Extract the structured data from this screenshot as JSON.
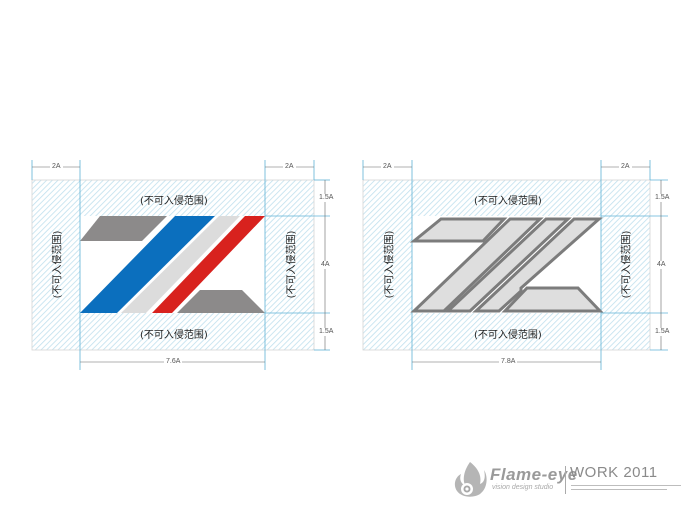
{
  "zone_label": "(不可入侵范围)",
  "left_diagram": {
    "dim_top_left": "2A",
    "dim_top_right": "2A",
    "dim_right_top": "1.5A",
    "dim_right_middle": "4A",
    "dim_right_bottom": "1.5A",
    "dim_bottom": "7.6A",
    "labels": {
      "top": "(不可入侵范围)",
      "bottom": "(不可入侵范围)",
      "left": "(不可入侵范围)",
      "right": "(不可入侵范围)"
    },
    "colors": {
      "blue": "#0b6fbe",
      "red": "#d8221e",
      "light_gray": "#dcdcdc",
      "dark_gray": "#8c8a8a"
    }
  },
  "right_diagram": {
    "dim_top_left": "2A",
    "dim_top_right": "2A",
    "dim_right_top": "1.5A",
    "dim_right_middle": "4A",
    "dim_right_bottom": "1.5A",
    "dim_bottom": "7.8A",
    "labels": {
      "top": "(不可入侵范围)",
      "bottom": "(不可入侵范围)",
      "left": "(不可入侵范围)",
      "right": "(不可入侵范围)"
    },
    "colors": {
      "fill": "#dedede",
      "outline": "#7c7c7c"
    }
  },
  "hatch_color": "#bfe0ee",
  "guide_color": "#5fb3d6",
  "footer": {
    "brand": "Flame-eye",
    "tagline": "vision design studio",
    "work_title": "WORK 2011"
  }
}
